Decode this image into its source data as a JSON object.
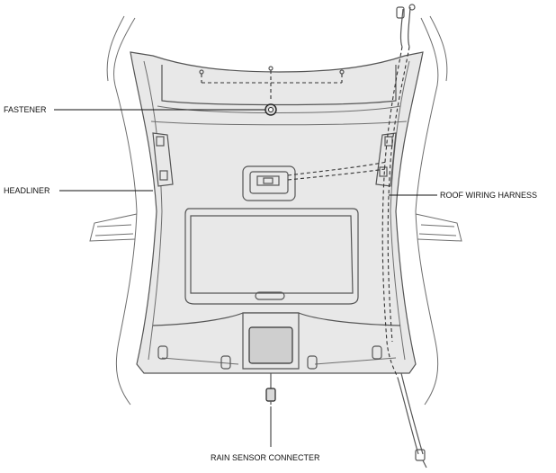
{
  "labels": {
    "fastener": "FASTENER",
    "headliner": "HEADLINER",
    "roof_wiring_harness": "ROOF WIRING HARNESS",
    "rain_sensor_connecter": "RAIN SENSOR CONNECTER"
  },
  "colors": {
    "outline": "#555555",
    "fill": "#e8e8e8",
    "text": "#111111"
  }
}
